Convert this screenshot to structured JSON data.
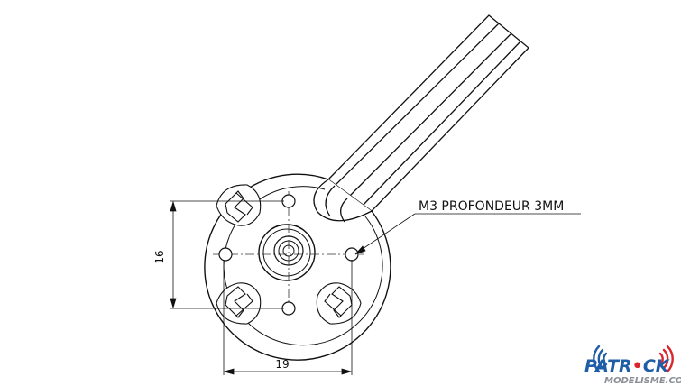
{
  "annotations": {
    "callout": "M3 PROFONDEUR 3MM",
    "dim_vertical": "16",
    "dim_horizontal": "19"
  },
  "logo": {
    "name_part1": "PATR",
    "name_part2": "CK",
    "subtitle": "MODELISME.COM",
    "colors": {
      "blue": "#1f5da8",
      "red": "#d8262b",
      "grey": "#8a8f96"
    }
  },
  "colors": {
    "line": "#111111",
    "hidden_line": "#333333"
  }
}
